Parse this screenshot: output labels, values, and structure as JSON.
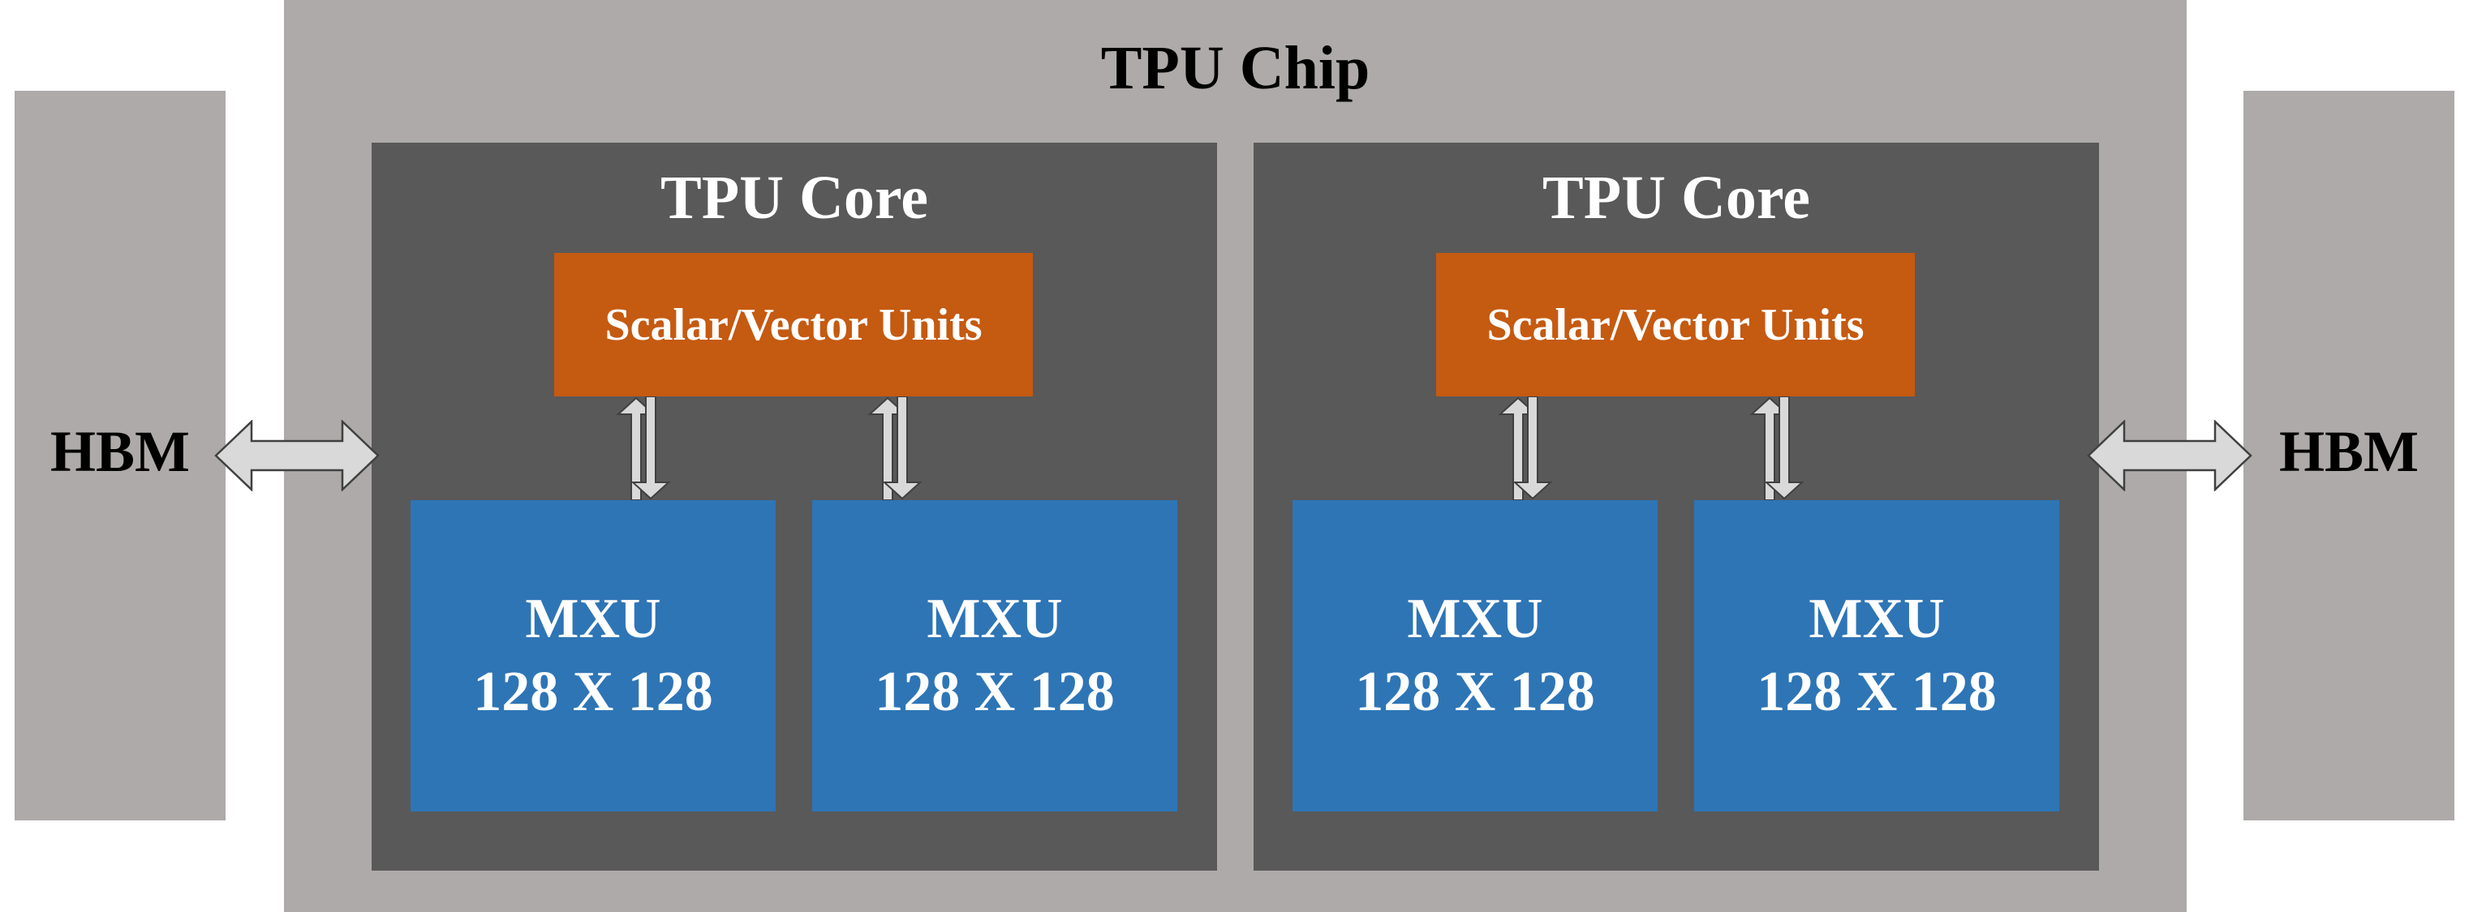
{
  "chip": {
    "title": "TPU Chip",
    "colors": {
      "chip_bg": "#aeaaa9",
      "core_bg": "#595959",
      "vector_unit_bg": "#c55a11",
      "mxu_bg": "#2e75b6",
      "arrow_fill": "#d9d9d9"
    }
  },
  "hbm": {
    "left_label": "HBM",
    "right_label": "HBM"
  },
  "cores": [
    {
      "title": "TPU Core",
      "vector_unit": "Scalar/Vector Units",
      "mxus": [
        {
          "name": "MXU",
          "size": "128 X 128"
        },
        {
          "name": "MXU",
          "size": "128 X 128"
        }
      ]
    },
    {
      "title": "TPU Core",
      "vector_unit": "Scalar/Vector Units",
      "mxus": [
        {
          "name": "MXU",
          "size": "128 X 128"
        },
        {
          "name": "MXU",
          "size": "128 X 128"
        }
      ]
    }
  ]
}
